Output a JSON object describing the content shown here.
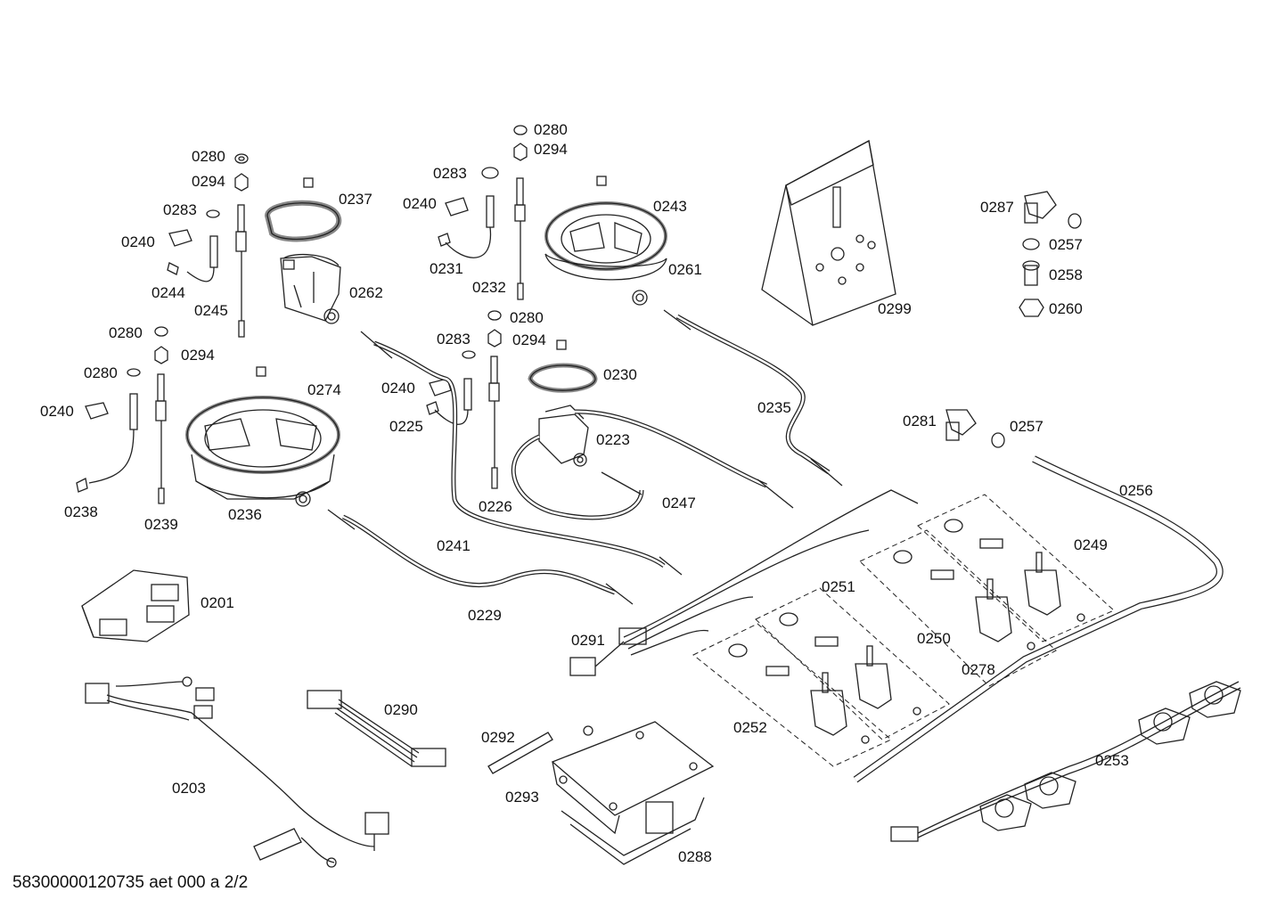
{
  "footer": "58300000120735 aet 000 a 2/2",
  "parts": [
    "0280",
    "0294",
    "0283",
    "0240",
    "0244",
    "0245",
    "0237",
    "0262",
    "0280",
    "0294",
    "0280",
    "0240",
    "0238",
    "0239",
    "0274",
    "0236",
    "0280",
    "0294",
    "0283",
    "0240",
    "0231",
    "0232",
    "0243",
    "0261",
    "0280",
    "0294",
    "0283",
    "0240",
    "0225",
    "0226",
    "0230",
    "0223",
    "0247",
    "0235",
    "0241",
    "0229",
    "0299",
    "0287",
    "0257",
    "0258",
    "0260",
    "0281",
    "0257",
    "0256",
    "0249",
    "0251",
    "0250",
    "0278",
    "0291",
    "0252",
    "0201",
    "0203",
    "0290",
    "0292",
    "0293",
    "0288",
    "0253"
  ]
}
